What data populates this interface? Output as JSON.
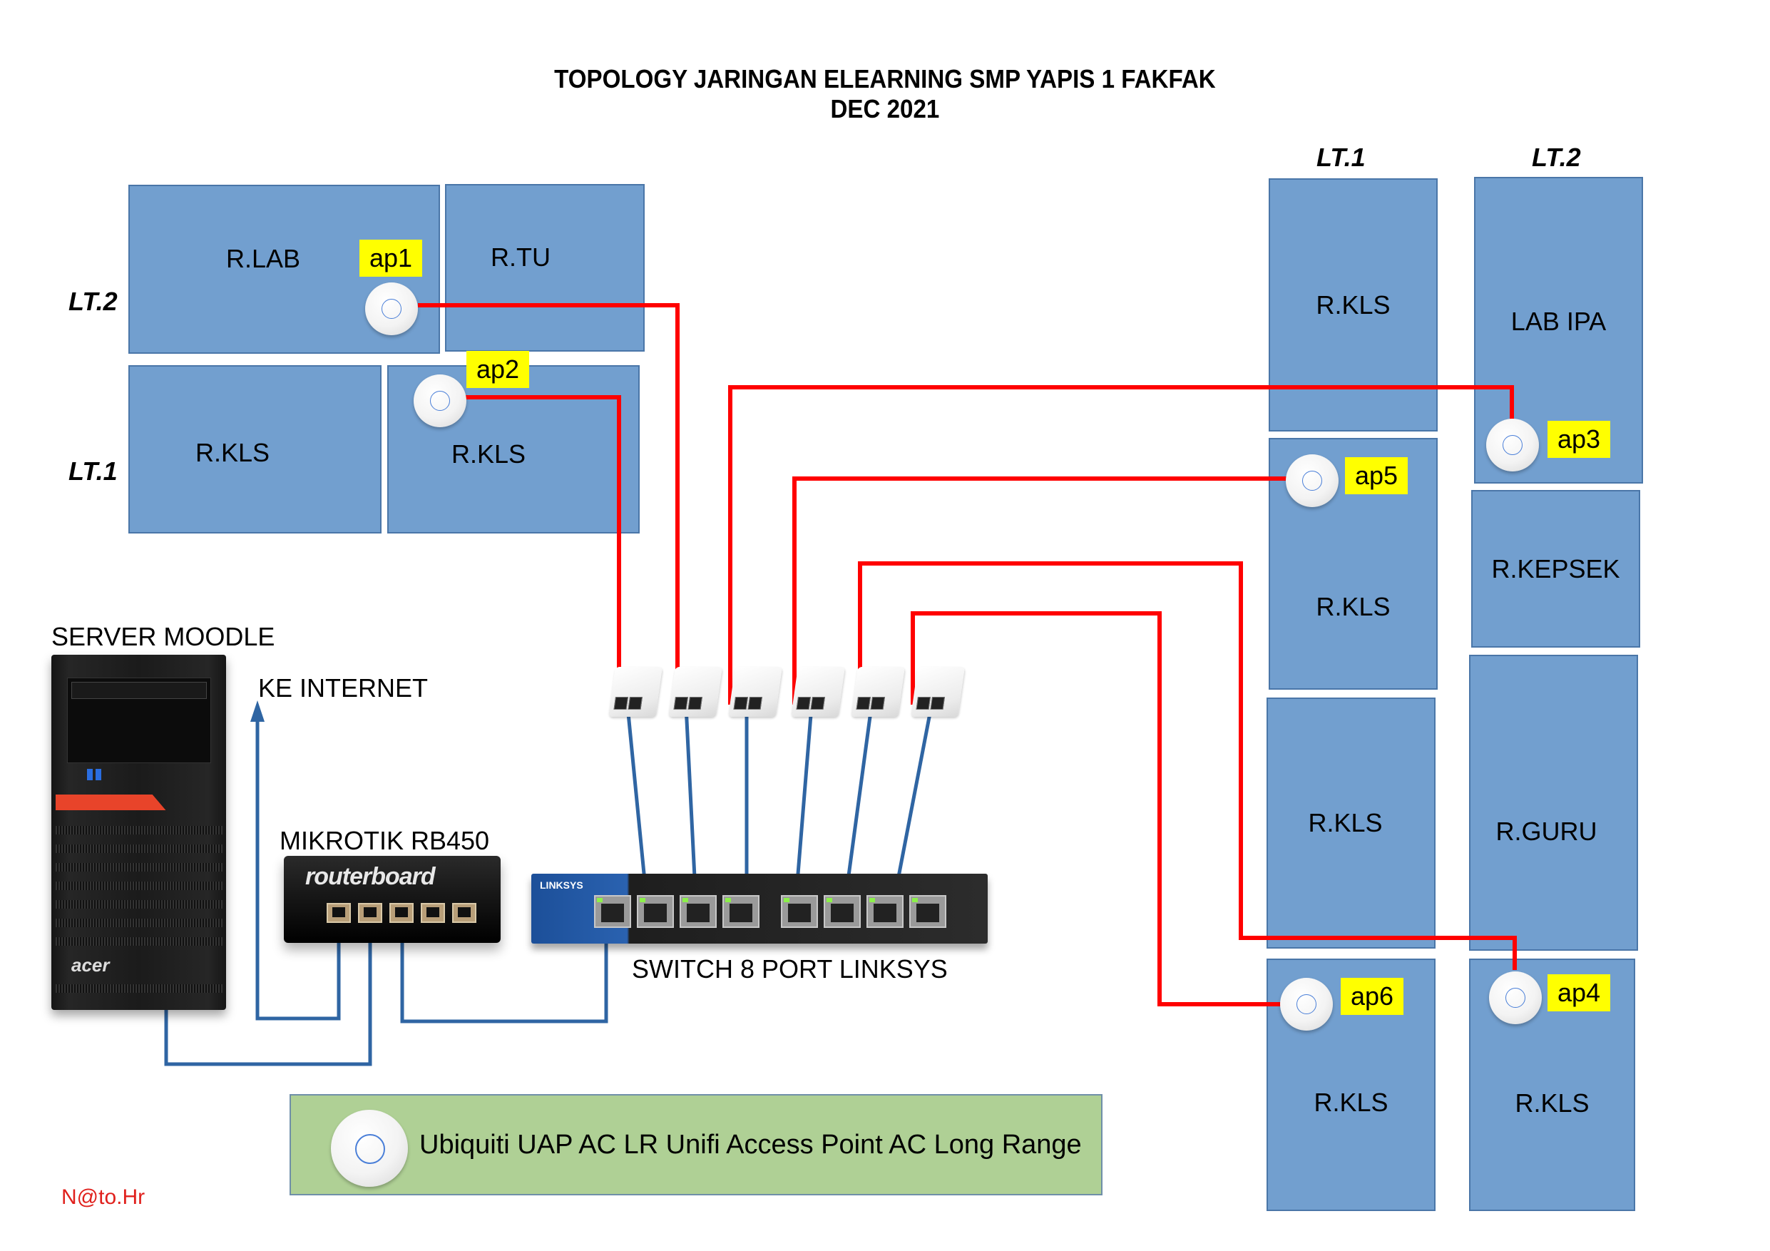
{
  "title": {
    "line1": "TOPOLOGY JARINGAN ELEARNING SMP YAPIS 1 FAKFAK",
    "line2": "DEC 2021"
  },
  "floors": {
    "left_lt2": "LT.2",
    "left_lt1": "LT.1",
    "right_col1": "LT.1",
    "right_col2": "LT.2"
  },
  "rooms": {
    "left": [
      {
        "name": "R.LAB",
        "floor": "LT.2",
        "ap": "ap1"
      },
      {
        "name": "R.TU",
        "floor": "LT.2",
        "ap": null
      },
      {
        "name": "R.KLS",
        "floor": "LT.1",
        "ap": null
      },
      {
        "name": "R.KLS",
        "floor": "LT.1",
        "ap": "ap2"
      }
    ],
    "right_lt1": [
      {
        "name": "R.KLS",
        "ap": null
      },
      {
        "name": "R.KLS",
        "ap": "ap5"
      },
      {
        "name": "R.KLS",
        "ap": null
      },
      {
        "name": "R.KLS",
        "ap": "ap6"
      }
    ],
    "right_lt2": [
      {
        "name": "LAB IPA",
        "ap": "ap3"
      },
      {
        "name": "R.KEPSEK",
        "ap": null
      },
      {
        "name": "R.GURU",
        "ap": null
      },
      {
        "name": "R.KLS",
        "ap": "ap4"
      }
    ]
  },
  "access_points": [
    "ap1",
    "ap2",
    "ap3",
    "ap4",
    "ap5",
    "ap6"
  ],
  "devices": {
    "server": {
      "label": "SERVER  MOODLE",
      "brand": "acer"
    },
    "internet": {
      "label": "KE INTERNET"
    },
    "router": {
      "label": "MIKROTIK RB450",
      "logo": "routerboard"
    },
    "switch": {
      "label": "SWITCH 8 PORT LINKSYS",
      "brand": "LINKSYS",
      "ports": 8
    },
    "poe_injectors": 6
  },
  "connections": [
    {
      "from": "ap1",
      "to": "poe-2",
      "type": "ap-cable"
    },
    {
      "from": "ap2",
      "to": "poe-1",
      "type": "ap-cable"
    },
    {
      "from": "ap3",
      "to": "poe-3",
      "type": "ap-cable"
    },
    {
      "from": "ap5",
      "to": "poe-4",
      "type": "ap-cable"
    },
    {
      "from": "ap4",
      "to": "poe-5",
      "type": "ap-cable"
    },
    {
      "from": "ap6",
      "to": "poe-6",
      "type": "ap-cable"
    },
    {
      "from": "poe-1",
      "to": "switch-port-2",
      "type": "lan"
    },
    {
      "from": "poe-2",
      "to": "switch-port-3",
      "type": "lan"
    },
    {
      "from": "poe-3",
      "to": "switch-port-4",
      "type": "lan"
    },
    {
      "from": "poe-4",
      "to": "switch-port-5",
      "type": "lan"
    },
    {
      "from": "poe-5",
      "to": "switch-port-6",
      "type": "lan"
    },
    {
      "from": "poe-6",
      "to": "switch-port-7",
      "type": "lan"
    },
    {
      "from": "router-eth1",
      "to": "internet",
      "type": "lan"
    },
    {
      "from": "router-eth2",
      "to": "server",
      "type": "lan"
    },
    {
      "from": "router-eth3",
      "to": "switch-port-1",
      "type": "lan"
    }
  ],
  "legend": {
    "text": "Ubiquiti UAP AC LR Unifi Access Point AC Long Range"
  },
  "watermark": "N@to.Hr",
  "colors": {
    "room": "#729fcf",
    "ap_label": "#ffff00",
    "ap_cable": "#ff0000",
    "lan_cable": "#2f65a3",
    "legend_bg": "#afd095",
    "watermark": "#e0201c"
  }
}
